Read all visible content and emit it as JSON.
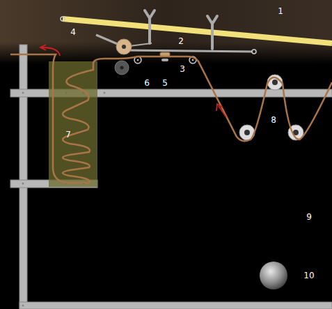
{
  "diagram": {
    "labels": [
      "1",
      "4",
      "2",
      "3",
      "6",
      "5",
      "8",
      "7",
      "9",
      "10"
    ]
  }
}
